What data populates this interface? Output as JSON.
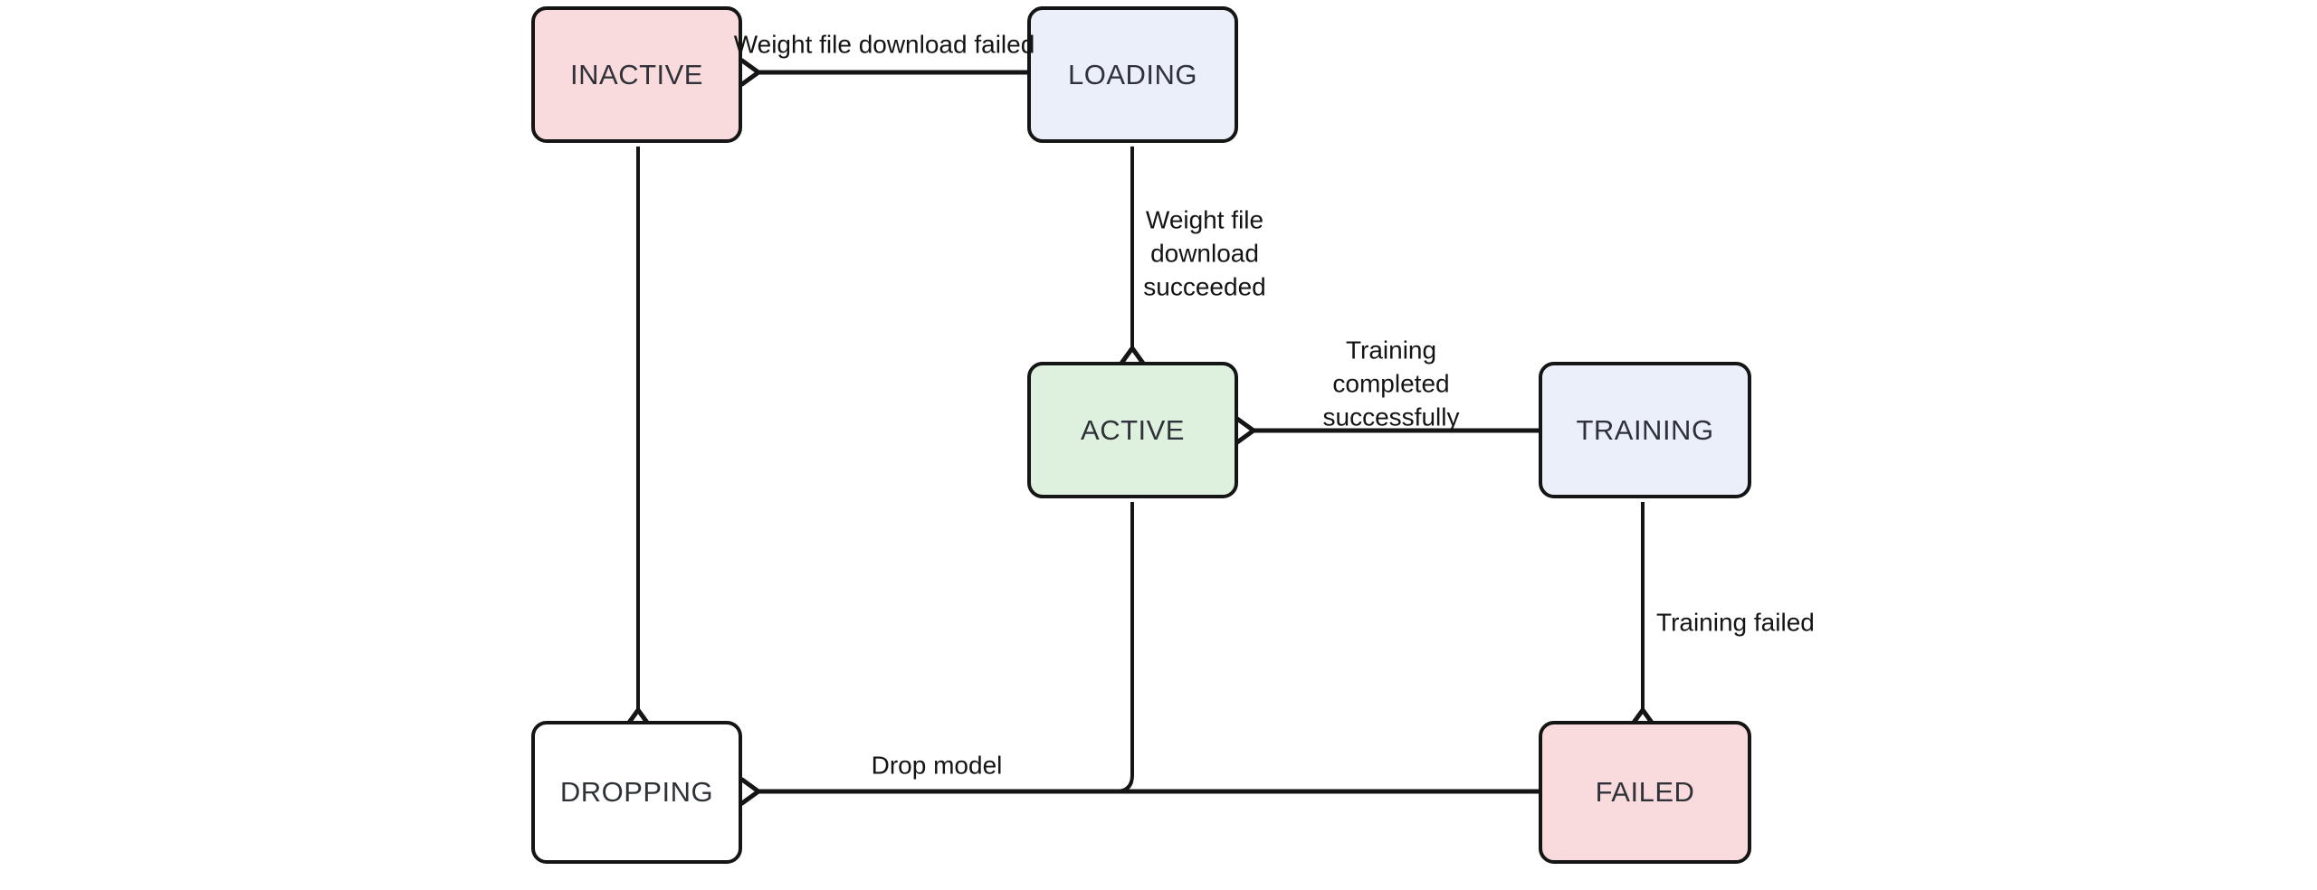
{
  "diagram": {
    "type": "state-machine",
    "background": "#ffffff",
    "colors": {
      "stroke": "#151515",
      "node_text": "#2f3239",
      "edge_label_text": "#141414",
      "pink_state_fill": "#f9dbdd",
      "blue_state_fill": "#eaeffa",
      "green_state_fill": "#def0de",
      "white_state_fill": "#ffffff"
    },
    "nodes": {
      "inactive": {
        "label": "INACTIVE",
        "fill": "#f9dbdd"
      },
      "loading": {
        "label": "LOADING",
        "fill": "#eaeffa"
      },
      "active": {
        "label": "ACTIVE",
        "fill": "#def0de"
      },
      "training": {
        "label": "TRAINING",
        "fill": "#eaeffa"
      },
      "dropping": {
        "label": "DROPPING",
        "fill": "#ffffff"
      },
      "failed": {
        "label": "FAILED",
        "fill": "#f9dbdd"
      }
    },
    "edges": {
      "loading_to_inactive": {
        "from": "LOADING",
        "to": "INACTIVE",
        "label": "Weight file download failed"
      },
      "loading_to_active": {
        "from": "LOADING",
        "to": "ACTIVE",
        "label": "Weight file\ndownload\nsucceeded"
      },
      "training_to_active": {
        "from": "TRAINING",
        "to": "ACTIVE",
        "label": "Training\ncompleted\nsuccessfully"
      },
      "inactive_to_dropping": {
        "from": "INACTIVE",
        "to": "DROPPING",
        "label": ""
      },
      "training_to_failed": {
        "from": "TRAINING",
        "to": "FAILED",
        "label": "Training failed"
      },
      "failed_to_dropping": {
        "from": "FAILED",
        "to": "DROPPING",
        "label": "Drop model"
      },
      "active_to_dropping": {
        "from": "ACTIVE",
        "to": "DROPPING",
        "label": ""
      }
    }
  }
}
